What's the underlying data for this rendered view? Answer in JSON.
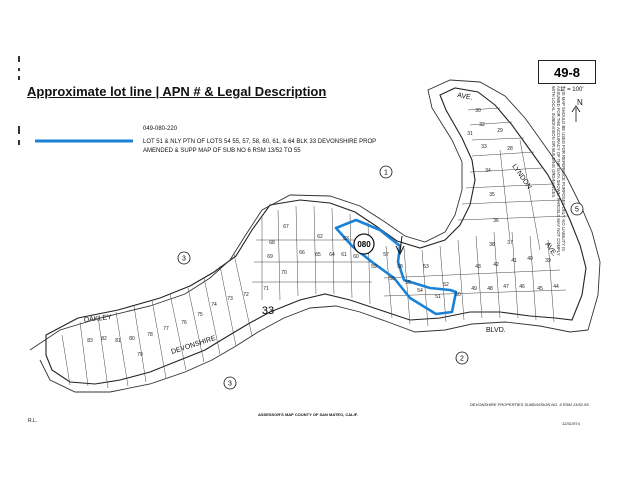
{
  "title": "Approximate lot line | APN # & Legal Description",
  "legend": {
    "apn": "049-080-220",
    "legal_description": "LOT 51 & NLY PTN OF LOTS 54 55, 57, 58, 60, 61, & 64 BLK 33 DEVONSHIRE PROP AMENDED & SUPP MAP OF SUB NO 6 RSM 13/52 TO 55",
    "line_color": "#1a82d6"
  },
  "map_page": "49-8",
  "scale": "1\" = 100'",
  "north": "N",
  "streets": {
    "oakley": "OAKLEY",
    "devonshire": "DEVONSHIRE",
    "blvd": "BLVD.",
    "ave_top": "AVE.",
    "ave_right": "AVE.",
    "lyndon": "LYNDON"
  },
  "block_numbers": [
    "33",
    "080"
  ],
  "circled_refs": [
    "1",
    "3",
    "3",
    "2",
    "5"
  ],
  "lots": [
    "67",
    "65",
    "64",
    "61",
    "60",
    "59",
    "57",
    "58",
    "54",
    "55",
    "51",
    "52",
    "50",
    "70",
    "71",
    "72",
    "73",
    "74",
    "75",
    "76",
    "77",
    "78",
    "66",
    "69",
    "68",
    "63",
    "62",
    "82",
    "81",
    "80",
    "83",
    "79",
    "53",
    "56",
    "49",
    "48",
    "47",
    "46",
    "45",
    "44",
    "43",
    "42",
    "41",
    "40",
    "39",
    "38",
    "37",
    "36",
    "35",
    "34",
    "33",
    "32",
    "31",
    "30",
    "29",
    "28"
  ],
  "footer": {
    "assessor": "ASSESSOR'S MAP COUNTY OF SAN MATEO, CALIF.",
    "subdivision": "DEVONSHIRE PROPERTIES SUBDIVISION NO. 6 RSM 13/52-55",
    "date": "12/31/974",
    "reference": "R.L."
  },
  "disclaimer": "THIS MAP SHOULD BE USED FOR REFERENCE PURPOSES ONLY. NO LIABILITY IS ASSUMED FOR THE ACCURACY OF THE DATA SHOWN. PARCELS MAY NOT COMPLY WITH LOCAL SUBDIVISION OR BUILDING ORDINANCES."
}
